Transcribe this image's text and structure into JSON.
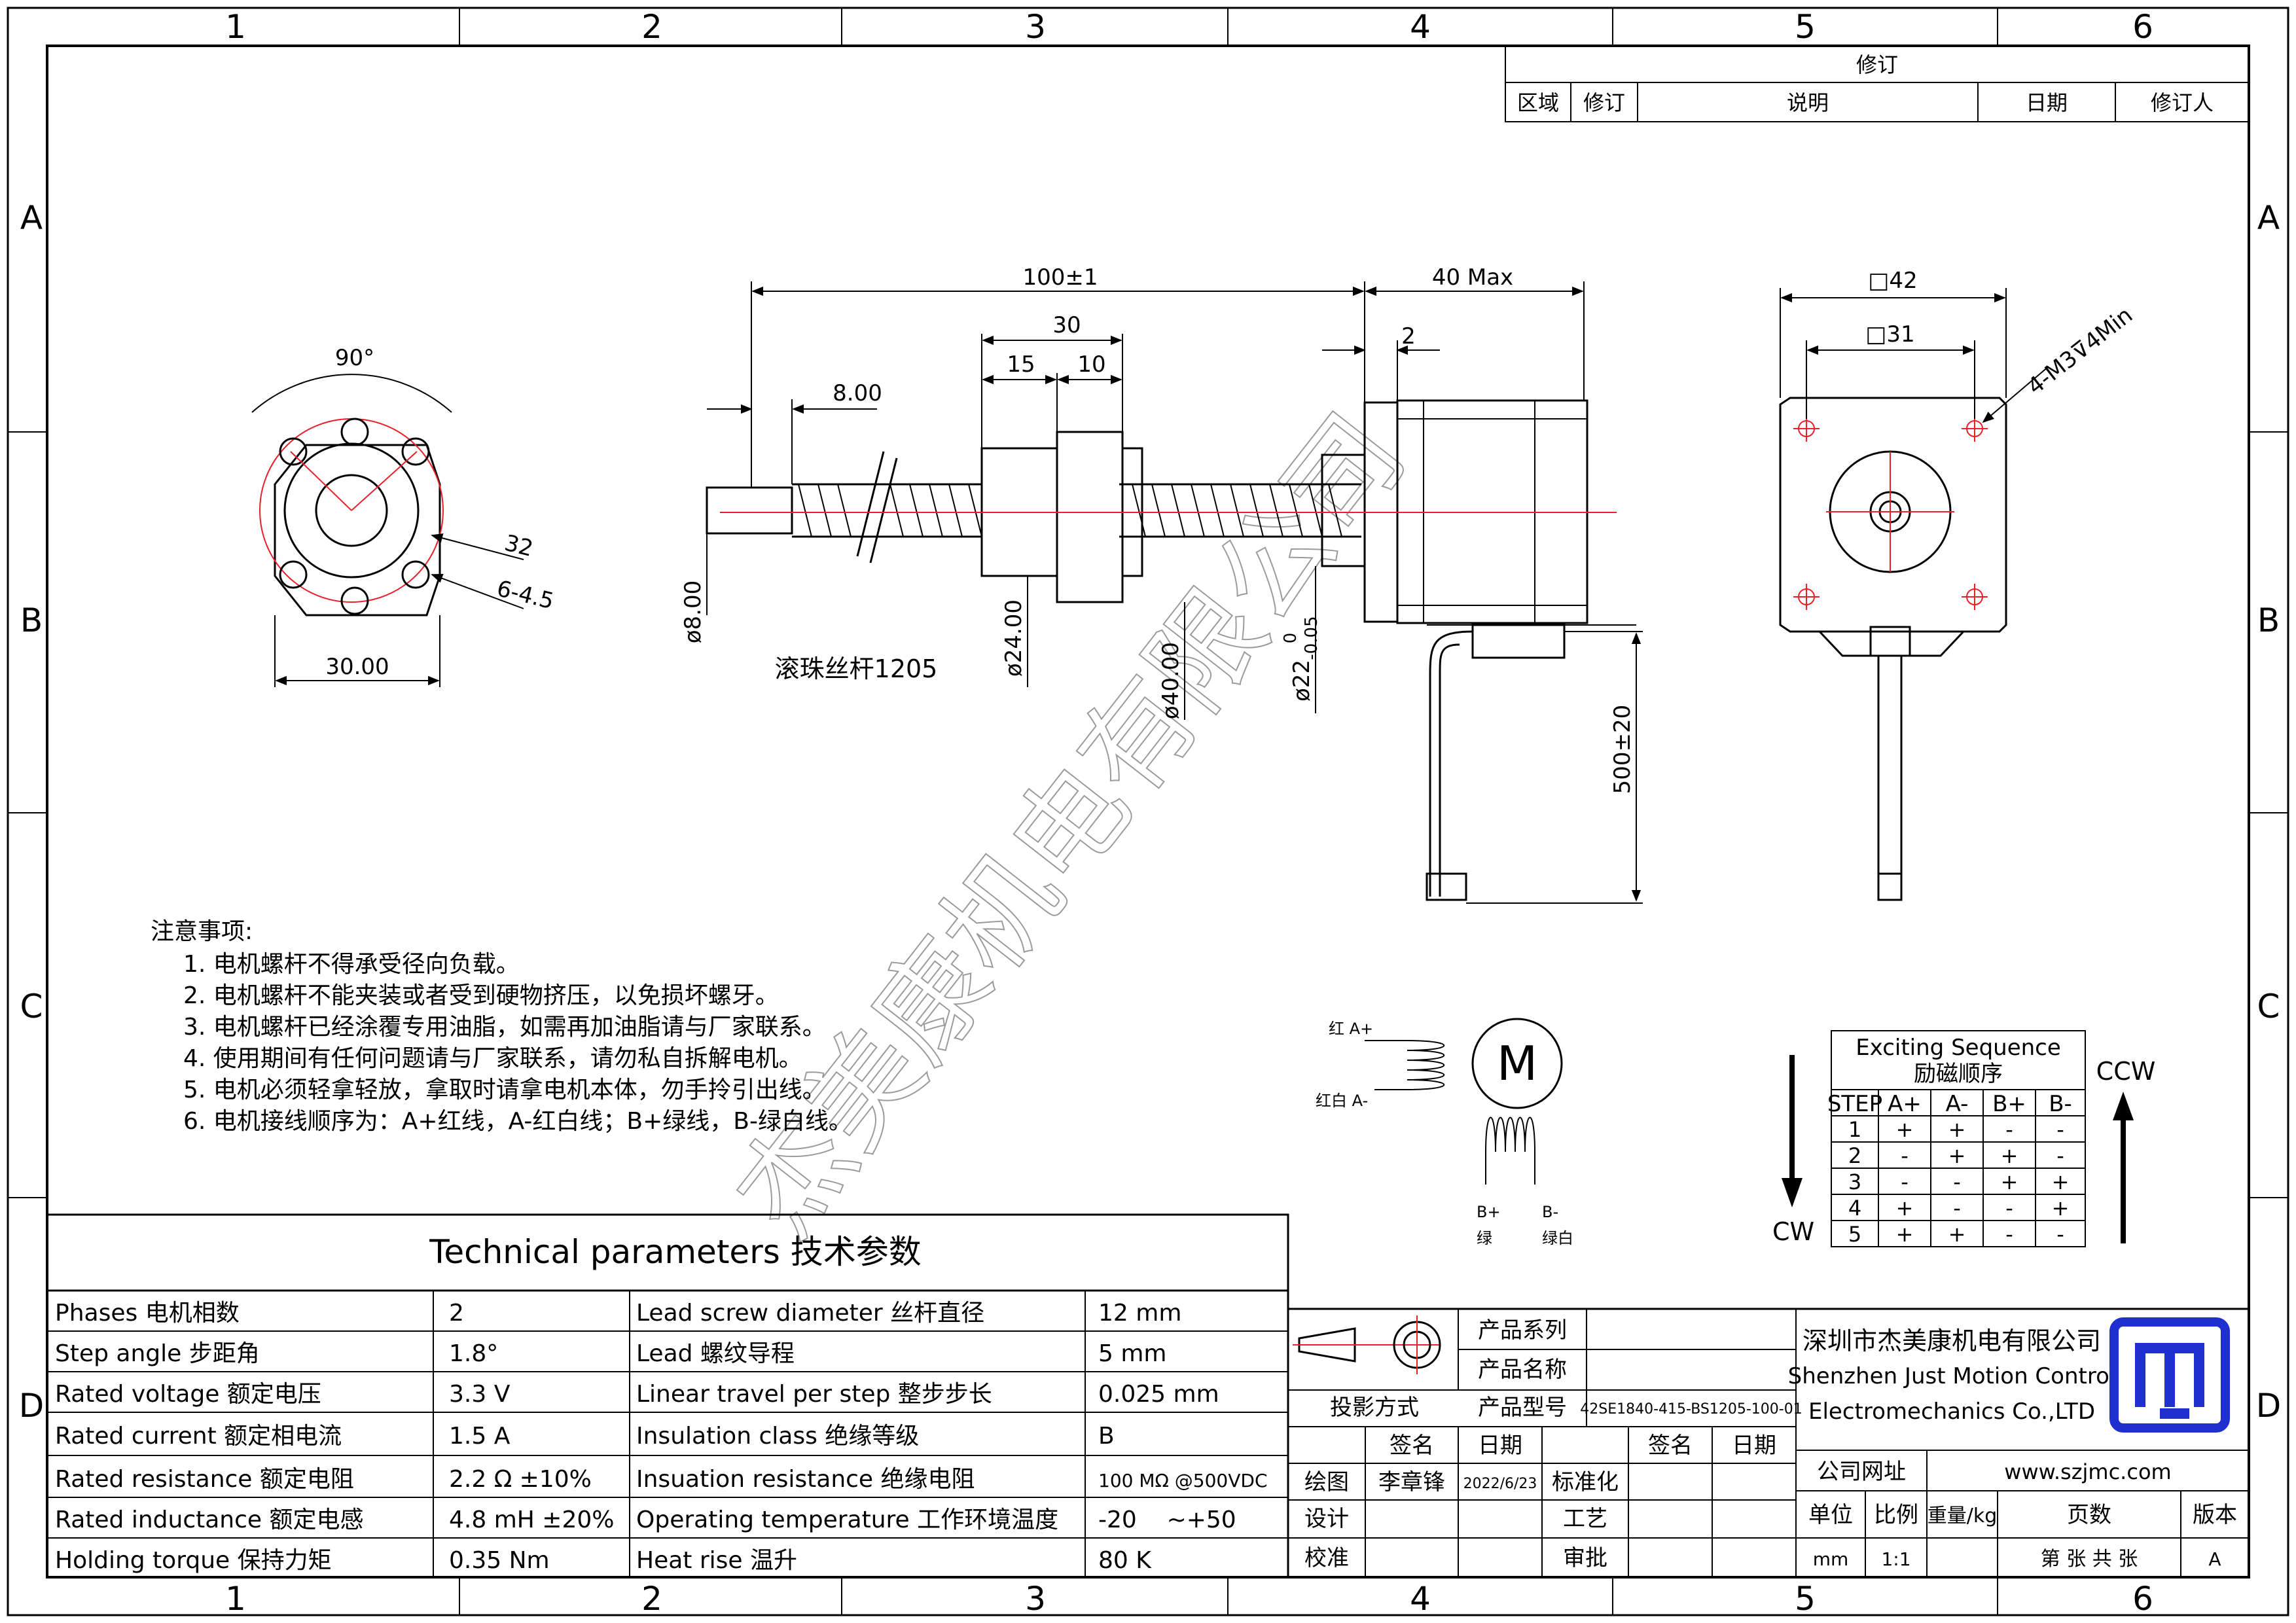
{
  "frame": {
    "columns": [
      "1",
      "2",
      "3",
      "4",
      "5",
      "6"
    ],
    "rows": [
      "A",
      "B",
      "C",
      "D"
    ]
  },
  "revision": {
    "title": "修订",
    "headers": [
      "区域",
      "修订",
      "说明",
      "日期",
      "修订人"
    ]
  },
  "views": {
    "flange": {
      "angle": "90°",
      "bolt_circle": "32",
      "holes": "6-4.5",
      "width": "30.00"
    },
    "side": {
      "length": "100±1",
      "motor_length": "40 Max",
      "end_len": "8.00",
      "nut_len": "30",
      "nut_a": "15",
      "nut_b": "10",
      "flange_step": "2",
      "screw_dia": "ø8.00",
      "nut_dia": "ø24.00",
      "flange_dia": "ø40.00",
      "boss_dia": "ø22",
      "boss_tol": "0\n-0.05",
      "boss_tol_top": "0",
      "boss_tol_bot": "-0.05",
      "lead_length": "500±20",
      "screw_label": "滚珠丝杆1205"
    },
    "front": {
      "size_outer": "□42",
      "size_inner": "□31",
      "holes": "4-M3⊽4Min"
    }
  },
  "notes": {
    "title": "注意事项:",
    "items": [
      "1. 电机螺杆不得承受径向负载。",
      "2. 电机螺杆不能夹装或者受到硬物挤压，以免损坏螺牙。",
      "3. 电机螺杆已经涂覆专用油脂，如需再加油脂请与厂家联系。",
      "4. 使用期间有任何问题请与厂家联系，请勿私自拆解电机。",
      "5. 电机必须轻拿轻放，拿取时请拿电机本体，勿手拎引出线。",
      "6. 电机接线顺序为：A+红线，A-红白线；B+绿线，B-绿白线。"
    ]
  },
  "wiring": {
    "a_plus": "红 A+",
    "a_minus": "红白 A-",
    "motor": "M",
    "b_plus": "B+",
    "b_plus_color": "绿",
    "b_minus": "B-",
    "b_minus_color": "绿白"
  },
  "sequence": {
    "title": "Exciting Sequence",
    "subtitle": "励磁顺序",
    "headers": [
      "STEP",
      "A+",
      "A-",
      "B+",
      "B-"
    ],
    "rows": [
      [
        "1",
        "+",
        "+",
        "-",
        "-"
      ],
      [
        "2",
        "-",
        "+",
        "+",
        "-"
      ],
      [
        "3",
        "-",
        "-",
        "+",
        "+"
      ],
      [
        "4",
        "+",
        "-",
        "-",
        "+"
      ],
      [
        "5",
        "+",
        "+",
        "-",
        "-"
      ]
    ],
    "cw": "CW",
    "ccw": "CCW"
  },
  "tech": {
    "title": "Technical parameters 技术参数",
    "rows": [
      [
        "Phases 电机相数",
        "2",
        "Lead screw diameter 丝杆直径",
        "12 mm"
      ],
      [
        "Step angle 步距角",
        "1.8°",
        "Lead 螺纹导程",
        "5 mm"
      ],
      [
        "Rated voltage 额定电压",
        "3.3 V",
        "Linear travel per step 整步步长",
        "0.025 mm"
      ],
      [
        "Rated current 额定相电流",
        "1.5 A",
        "Insulation class 绝缘等级",
        "B"
      ],
      [
        "Rated resistance 额定电阻",
        "2.2 Ω  ±10%",
        "Insuation resistance 绝缘电阻",
        "100 MΩ @500VDC"
      ],
      [
        "Rated inductance 额定电感",
        "4.8 mH ±20%",
        "Operating temperature 工作环境温度",
        "-20    ~+50"
      ],
      [
        "Holding torque 保持力矩",
        "0.35 Nm",
        "Heat rise 温升",
        "80 K"
      ]
    ]
  },
  "titleblock": {
    "series": "产品系列",
    "name": "产品名称",
    "projection": "投影方式",
    "model_label": "产品型号",
    "model": "42SE1840-415-BS1205-100-01",
    "sign": "签名",
    "date": "日期",
    "sign2": "签名",
    "date2": "日期",
    "draw": "绘图",
    "drawer": "李章锋",
    "draw_date": "2022/6/23",
    "standard": "标准化",
    "design": "设计",
    "process": "工艺",
    "check": "校准",
    "approve": "审批",
    "company_cn": "深圳市杰美康机电有限公司",
    "company_en1": "Shenzhen Just Motion Control",
    "company_en2": "Electromechanics Co.,LTD",
    "url_label": "公司网址",
    "url": "www.szjmc.com",
    "unit": "单位",
    "scale": "比例",
    "weight": "重量/kg",
    "pages": "页数",
    "version": "版本",
    "unit_val": "mm",
    "scale_val": "1:1",
    "pages_val": "第 张 共 张",
    "version_val": "A",
    "accent": "#1f2fd0"
  },
  "watermark": "杰美康机电有限公司",
  "colors": {
    "center": "#e8202a",
    "line": "#000000"
  }
}
